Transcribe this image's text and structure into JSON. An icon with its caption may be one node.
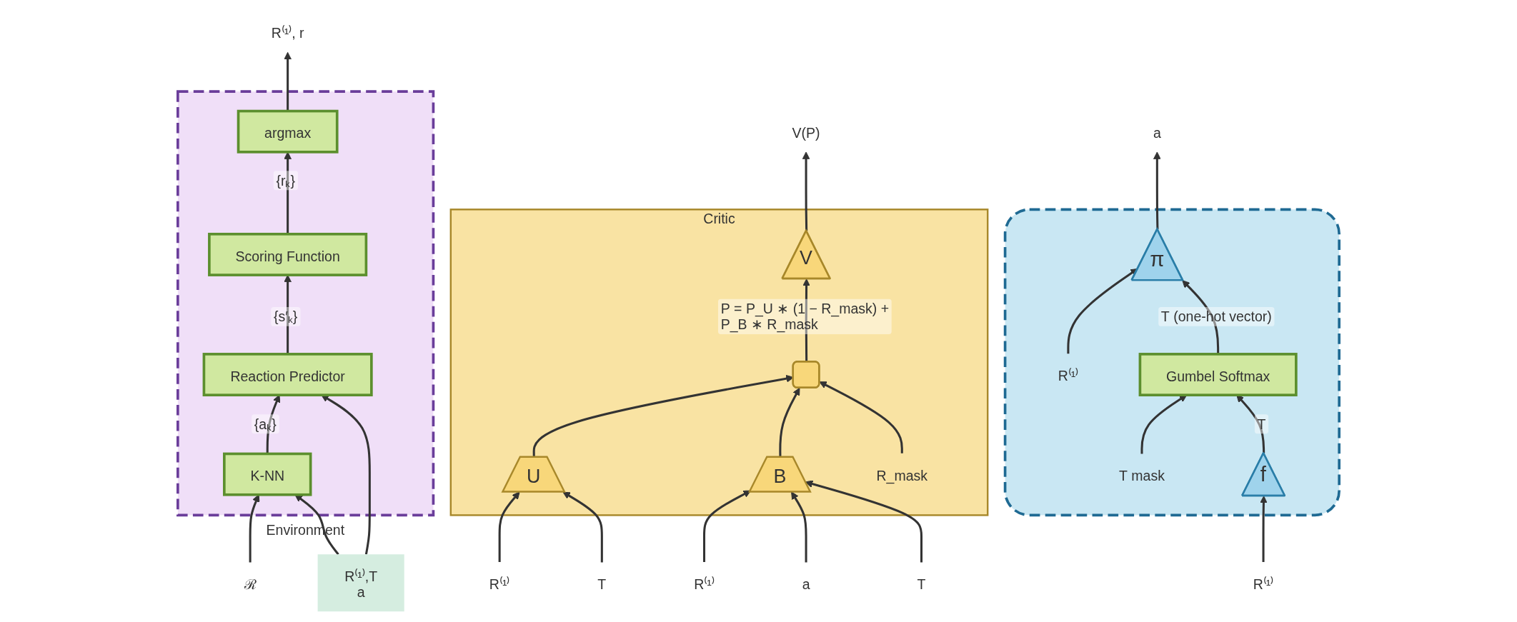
{
  "diagram": {
    "nodes": [
      {
        "text": [
          "Critic"
        ]
      },
      {
        "text": [
          "V"
        ],
        "in": 0
      },
      {
        "text": [],
        "shape": "bar",
        "in": 0
      },
      {
        "text": [
          "U"
        ],
        "in": 0
      },
      {
        "text": [
          "B"
        ],
        "in": 0
      },
      {
        "text": [
          "V(P)"
        ]
      },
      {
        "text": [
          "R⁽¹⁾"
        ]
      },
      {
        "text": [
          "T"
        ]
      },
      {
        "text": [
          "R⁽¹⁾"
        ]
      },
      {
        "text": [
          "a"
        ]
      },
      {
        "text": [
          "T"
        ]
      },
      {
        "text": [
          "R_mask"
        ],
        "in": 0
      },
      {
        "text": [],
        "shape": "box"
      },
      {
        "text": [
          "π"
        ],
        "in": 12
      },
      {
        "text": [
          "Gumbel Softmax"
        ],
        "in": 12
      },
      {
        "text": [
          "f"
        ],
        "in": 12
      },
      {
        "text": [
          "R⁽¹⁾"
        ],
        "in": 12
      },
      {
        "text": [
          "T mask"
        ],
        "in": 12
      },
      {
        "text": [
          "a"
        ]
      },
      {
        "text": [
          "R⁽¹⁾"
        ]
      },
      {
        "text": [
          "Environment"
        ]
      },
      {
        "text": [
          "argmax"
        ],
        "in": 20
      },
      {
        "text": [
          "Scoring Function"
        ],
        "in": 20
      },
      {
        "text": [
          "Reaction Predictor"
        ],
        "in": 20
      },
      {
        "text": [
          "K-NN"
        ],
        "in": 20
      },
      {
        "text": [
          "R⁽¹⁾, r"
        ]
      },
      {
        "text": [
          "ℛ"
        ]
      },
      {
        "text": [
          "R⁽¹⁾,T",
          "a"
        ]
      }
    ],
    "edges": [
      {
        "from": 1,
        "to": 5,
        "arrow": "to"
      },
      {
        "from": 2,
        "to": 1,
        "arrow": "to",
        "label": "P = P_U ∗ (1 − R_mask) + P_B ∗ R_mask"
      },
      {
        "from": 3,
        "to": 2,
        "arrow": "to"
      },
      {
        "from": 4,
        "to": 2,
        "arrow": "to"
      },
      {
        "from": 11,
        "to": 2,
        "arrow": "to"
      },
      {
        "from": 6,
        "to": 3,
        "arrow": "to"
      },
      {
        "from": 7,
        "to": 3,
        "arrow": "to"
      },
      {
        "from": 8,
        "to": 4,
        "arrow": "to"
      },
      {
        "from": 9,
        "to": 4,
        "arrow": "to"
      },
      {
        "from": 10,
        "to": 4,
        "arrow": "to"
      },
      {
        "from": 13,
        "to": 18,
        "arrow": "to"
      },
      {
        "from": 16,
        "to": 13,
        "arrow": "to"
      },
      {
        "from": 14,
        "to": 13,
        "arrow": "to",
        "label": "T (one-hot vector)"
      },
      {
        "from": 17,
        "to": 14,
        "arrow": "to"
      },
      {
        "from": 15,
        "to": 14,
        "arrow": "to",
        "label": "T"
      },
      {
        "from": 19,
        "to": 15,
        "arrow": "to"
      },
      {
        "from": 21,
        "to": 25,
        "arrow": "to"
      },
      {
        "from": 22,
        "to": 21,
        "arrow": "to",
        "label": "{rₖ}"
      },
      {
        "from": 23,
        "to": 22,
        "arrow": "to",
        "label": "{s′ₖ}"
      },
      {
        "from": 24,
        "to": 23,
        "arrow": "to",
        "label": "{aₖ}"
      },
      {
        "from": 26,
        "to": 24,
        "arrow": "to"
      },
      {
        "from": 27,
        "to": 23,
        "arrow": "to"
      },
      {
        "from": 27,
        "to": 24,
        "arrow": "to"
      }
    ]
  }
}
